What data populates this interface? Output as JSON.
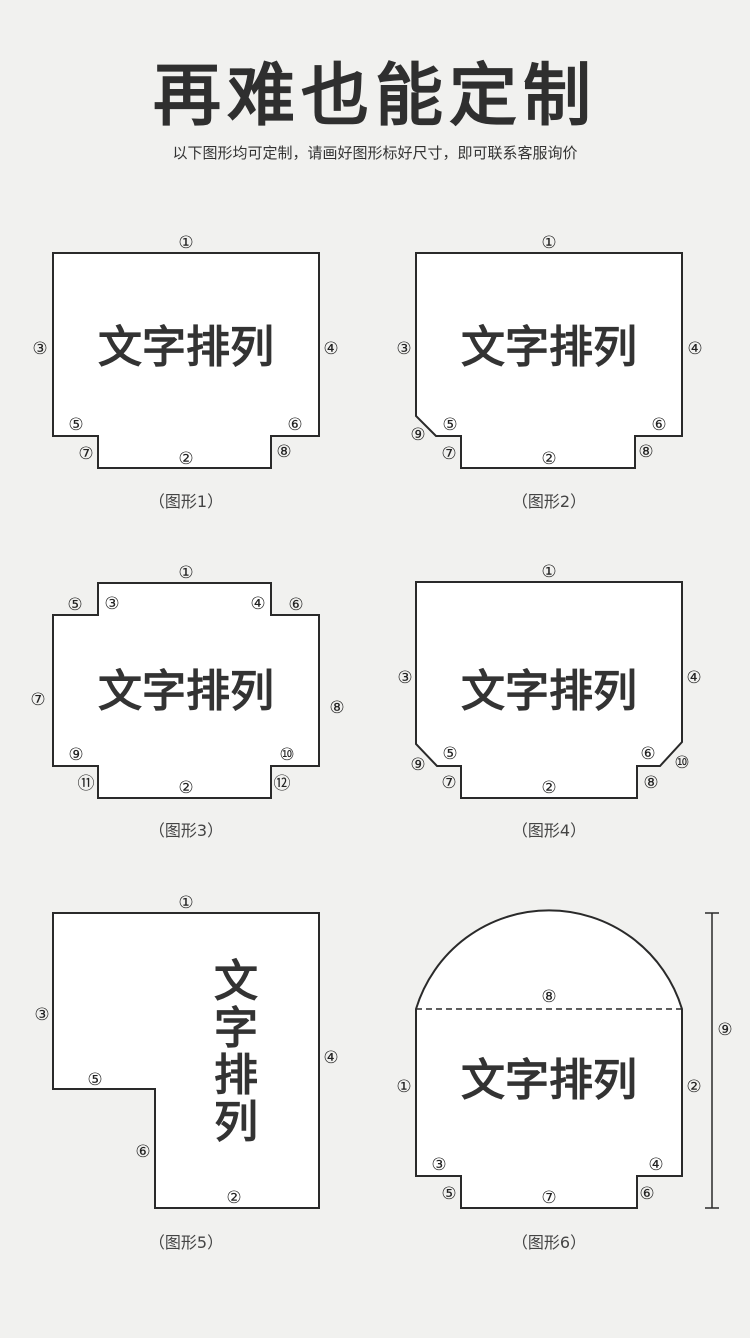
{
  "header": {
    "title": "再难也能定制",
    "subtitle": "以下图形均可定制，请画好图形标好尺寸，即可联系客服询价"
  },
  "shape_text": "文字排列",
  "vertical_text": [
    "文",
    "字",
    "排",
    "列"
  ],
  "captions": [
    "（图形1）",
    "（图形2）",
    "（图形3）",
    "（图形4）",
    "（图形5）",
    "（图形6）"
  ],
  "markers": {
    "m1": "①",
    "m2": "②",
    "m3": "③",
    "m4": "④",
    "m5": "⑤",
    "m6": "⑥",
    "m7": "⑦",
    "m8": "⑧",
    "m9": "⑨",
    "m10": "⑩",
    "m11": "⑪",
    "m12": "⑫"
  }
}
